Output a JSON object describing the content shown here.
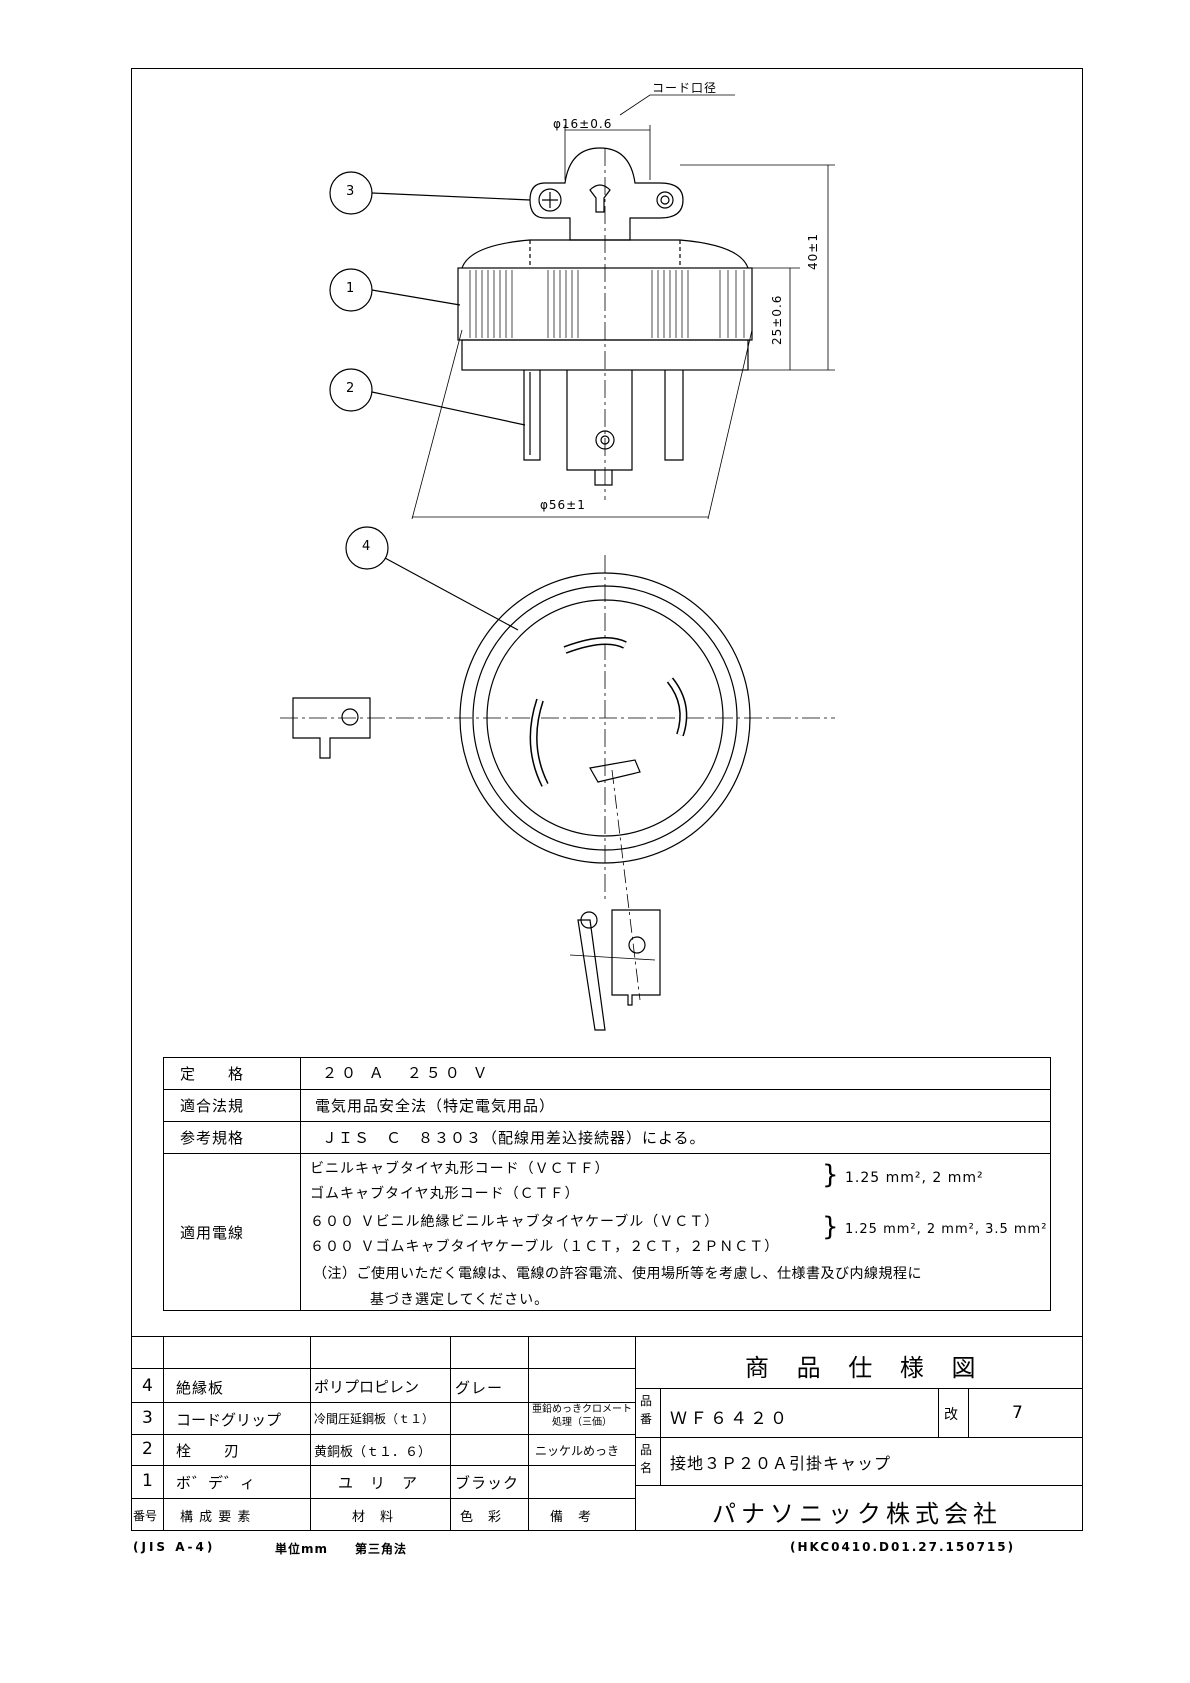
{
  "drawing": {
    "dimensions": {
      "cord_hole_label": "コード口径",
      "cord_hole_dia": "φ16±0.6",
      "height_total": "40±1",
      "height_body": "25±0.6",
      "outer_dia": "φ56±1"
    },
    "balloons": [
      "3",
      "1",
      "2",
      "4"
    ]
  },
  "spec_table": {
    "rows": [
      {
        "label": "定　　格",
        "value": "２０ Ａ　２５０ Ｖ"
      },
      {
        "label": "適合法規",
        "value": "電気用品安全法（特定電気用品）"
      },
      {
        "label": "参考規格",
        "value": "ＪＩＳ　Ｃ　８３０３（配線用差込接続器）による。"
      }
    ],
    "wire": {
      "label": "適用電線",
      "group1": [
        "ビニルキャブタイヤ丸形コード（ＶＣＴＦ）",
        "ゴムキャブタイヤ丸形コード（ＣＴＦ）"
      ],
      "group1_size": "1.25 mm², 2 mm²",
      "group2": [
        "６００ Ｖビニル絶縁ビニルキャブタイヤケーブル（ＶＣＴ）",
        "６００ Ｖゴムキャブタイヤケーブル（１ＣＴ，２ＣＴ，２ＰＮＣＴ）"
      ],
      "group2_size": "1.25 mm², 2 mm², 3.5 mm²",
      "note1": "（注）ご使用いただく電線は、電線の許容電流、使用場所等を考慮し、仕様書及び内線規程に",
      "note2": "基づき選定してください。"
    }
  },
  "parts_table": {
    "headers": [
      "番号",
      "構 成 要 素",
      "材　料",
      "色　彩",
      "備　考"
    ],
    "rows": [
      {
        "no": "4",
        "part": "絶縁板",
        "material": "ポリプロピレン",
        "color": "グレー",
        "note": ""
      },
      {
        "no": "3",
        "part": "コードグリップ",
        "material": "冷間圧延鋼板（ｔ１）",
        "color": "",
        "note": "亜鉛めっきクロメート処理（三価）"
      },
      {
        "no": "2",
        "part": "栓　　刃",
        "material": "黄銅板（ｔ１．６）",
        "color": "",
        "note": "ニッケルめっき"
      },
      {
        "no": "1",
        "part": "ボ゛デ゛ィ",
        "material": "ユ　リ　ア",
        "color": "ブラック",
        "note": ""
      }
    ]
  },
  "title_block": {
    "title": "商 品 仕 様 図",
    "product_no_label": "品番",
    "product_no": "ＷＦ６４２０",
    "revision_label": "改",
    "revision": "7",
    "product_name_label": "品名",
    "product_name": "接地３Ｐ２０Ａ引掛キャップ",
    "company": "パナソニック株式会社"
  },
  "footer": {
    "standard": "(JIS A-4)",
    "unit": "単位mm",
    "projection": "第三角法",
    "doc_code": "(HKC0410.D01.27.150715)"
  }
}
